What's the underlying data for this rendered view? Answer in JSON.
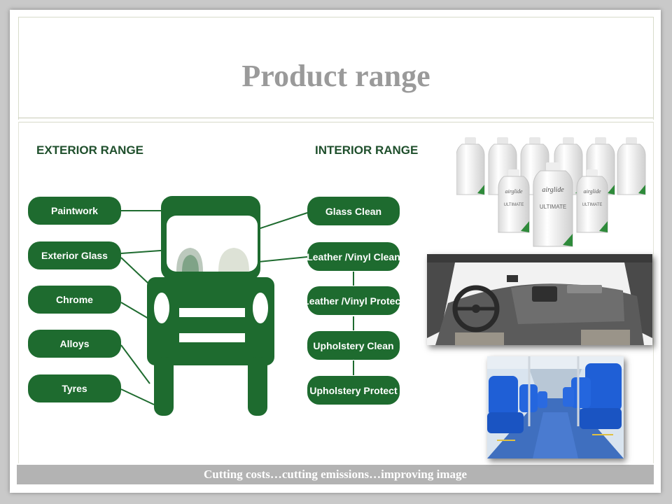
{
  "slide": {
    "title": "Product range",
    "footer": "Cutting costs…cutting emissions…improving image"
  },
  "diagram": {
    "exterior_heading": "EXTERIOR RANGE",
    "interior_heading": "INTERIOR RANGE",
    "exterior_items": [
      "Paintwork",
      "Exterior Glass",
      "Chrome",
      "Alloys",
      "Tyres"
    ],
    "interior_items": [
      "Glass Clean",
      "Leather /Vinyl Clean",
      "Leather /Vinyl Protect",
      "Upholstery Clean",
      "Upholstery Protect"
    ],
    "colors": {
      "pill": "#1e6b2f",
      "connector": "#1e6b2f",
      "title": "#9a9a9a",
      "footer_bg": "#b3b3b3"
    }
  },
  "images": {
    "bottles": {
      "label": "airglide",
      "sublabel": "ULTIMATE"
    },
    "truck_interior": {
      "icon": "truck-dashboard-photo"
    },
    "bus_interior": {
      "icon": "bus-seats-photo"
    }
  }
}
